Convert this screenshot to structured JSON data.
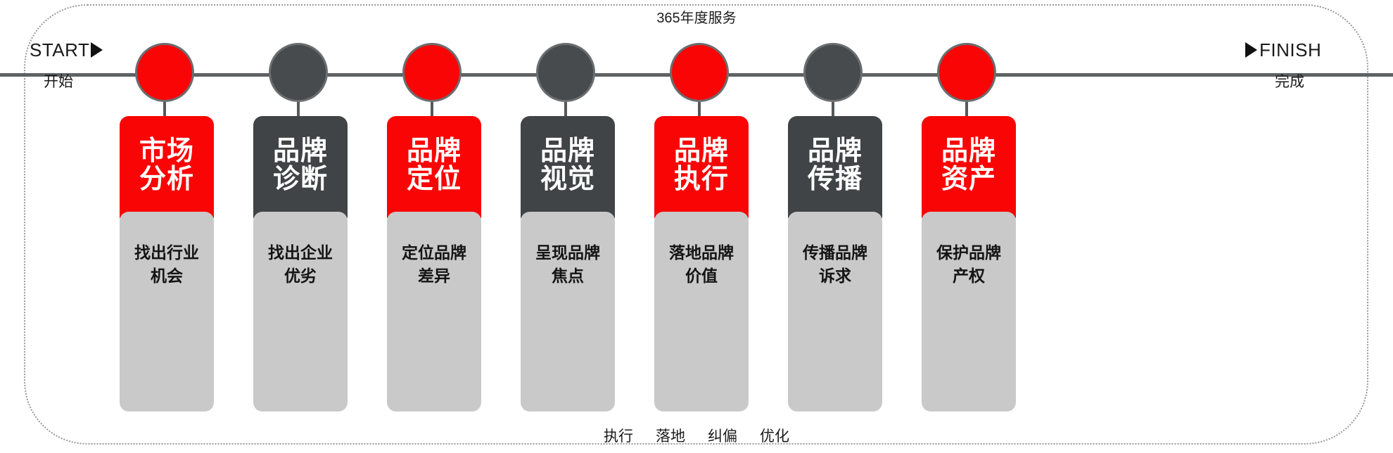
{
  "timeline": {
    "top_caption": "365年度服务",
    "bottom_caption_items": [
      "执行",
      "落地",
      "纠偏",
      "优化"
    ],
    "start": {
      "latin": "START",
      "cn": "开始"
    },
    "finish": {
      "latin": "FINISH",
      "cn": "完成"
    }
  },
  "colors": {
    "red": "#fa0505",
    "dark": "#404446",
    "dot_dark": "#474b4d",
    "card_body": "#c9c9c9",
    "rail": "#5e6264",
    "dashed_border": "#9a9a9a"
  },
  "steps": [
    {
      "title_line1": "市场",
      "title_line2": "分析",
      "desc_line1": "找出行业",
      "desc_line2": "机会",
      "theme": "red"
    },
    {
      "title_line1": "品牌",
      "title_line2": "诊断",
      "desc_line1": "找出企业",
      "desc_line2": "优劣",
      "theme": "dark"
    },
    {
      "title_line1": "品牌",
      "title_line2": "定位",
      "desc_line1": "定位品牌",
      "desc_line2": "差异",
      "theme": "red"
    },
    {
      "title_line1": "品牌",
      "title_line2": "视觉",
      "desc_line1": "呈现品牌",
      "desc_line2": "焦点",
      "theme": "dark"
    },
    {
      "title_line1": "品牌",
      "title_line2": "执行",
      "desc_line1": "落地品牌",
      "desc_line2": "价值",
      "theme": "red"
    },
    {
      "title_line1": "品牌",
      "title_line2": "传播",
      "desc_line1": "传播品牌",
      "desc_line2": "诉求",
      "theme": "dark"
    },
    {
      "title_line1": "品牌",
      "title_line2": "资产",
      "desc_line1": "保护品牌",
      "desc_line2": "产权",
      "theme": "red"
    }
  ],
  "icons": {
    "start_arrow": "triangle-right-icon",
    "finish_arrow": "triangle-right-icon"
  }
}
